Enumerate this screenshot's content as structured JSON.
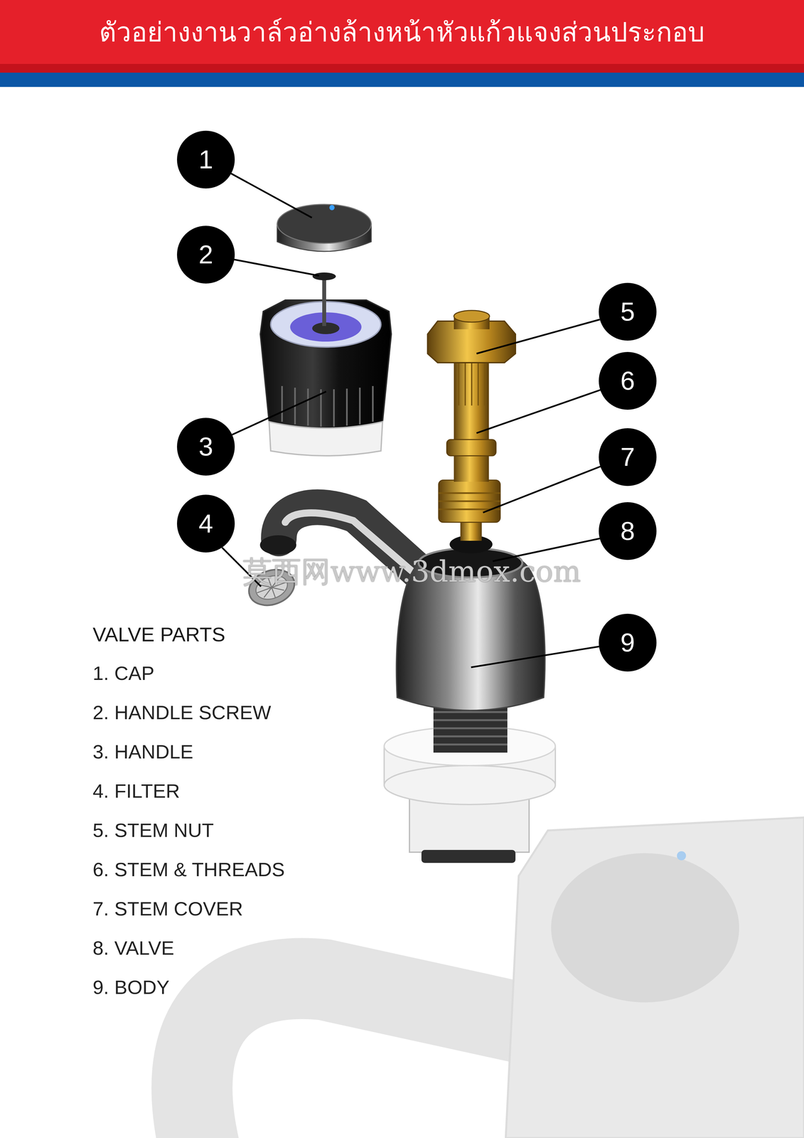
{
  "diagram": {
    "title": "ตัวอย่างงานวาล์วอ่างล้างหน้าหัวแก้วแจงส่วนประกอบ",
    "nodes": [
      {
        "text": [
          "1"
        ]
      },
      {
        "text": [
          "2"
        ]
      },
      {
        "text": [
          "3"
        ]
      },
      {
        "text": [
          "4"
        ]
      },
      {
        "text": [
          "5"
        ]
      },
      {
        "text": [
          "6"
        ]
      },
      {
        "text": [
          "7"
        ]
      },
      {
        "text": [
          "8"
        ]
      },
      {
        "text": [
          "9"
        ]
      }
    ],
    "labels": [
      "VALVE PARTS",
      "1. CAP",
      "2. HANDLE SCREW",
      "3. HANDLE",
      "4. FILTER",
      "5. STEM NUT",
      "6. STEM & THREADS",
      "7. STEM COVER",
      "8. VALVE",
      "9. BODY",
      "莫西网www.3dmox.com"
    ]
  }
}
